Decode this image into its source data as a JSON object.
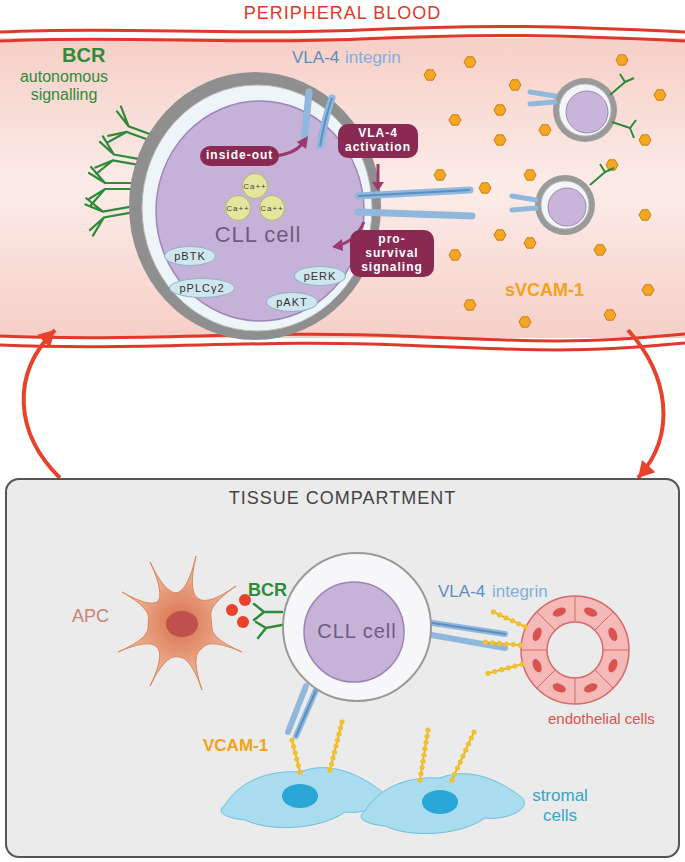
{
  "diagram": {
    "nodes": [
      {
        "text": [
          "PERIPHERAL BLOOD"
        ]
      },
      {
        "text": [
          "CLL cell"
        ],
        "in": 0
      },
      {
        "text": [
          "inside-out"
        ],
        "in": 1
      },
      {
        "text": [
          "Ca++"
        ],
        "in": 1
      },
      {
        "text": [
          "Ca++"
        ],
        "in": 1
      },
      {
        "text": [
          "Ca++"
        ],
        "in": 1
      },
      {
        "text": [
          "pBTK"
        ],
        "in": 1
      },
      {
        "text": [
          "pPLCγ2"
        ],
        "in": 1
      },
      {
        "text": [
          "pERK"
        ],
        "in": 1
      },
      {
        "text": [
          "pAKT"
        ],
        "in": 1
      },
      {
        "text": [
          "VLA-4 activation"
        ],
        "in": 0
      },
      {
        "text": [
          "pro-survival signaling"
        ],
        "in": 0
      },
      {
        "text": [
          "TISSUE COMPARTMENT"
        ]
      },
      {
        "text": [
          "CLL cell"
        ],
        "in": 12
      }
    ],
    "edges": [
      {
        "from": 12,
        "to": 0,
        "arrow": "to"
      },
      {
        "from": 0,
        "to": 12,
        "arrow": "to"
      }
    ],
    "labels": [
      "BCR",
      "autonomous signalling",
      "VLA-4",
      "integrin",
      "sVCAM-1",
      "APC",
      "BCR",
      "VLA-4",
      "integrin",
      "VCAM-1",
      "endothelial cells",
      "stromal cells"
    ]
  }
}
